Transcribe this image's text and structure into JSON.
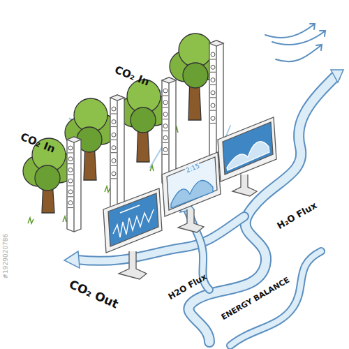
{
  "diagram": {
    "labels": [
      "CO₂ In",
      "CO₂ In",
      "CO₂ Out",
      "H2O Flux",
      "ENERGY BALANCE",
      "H₂O Flux",
      "2:15",
      "#1929020786"
    ]
  }
}
